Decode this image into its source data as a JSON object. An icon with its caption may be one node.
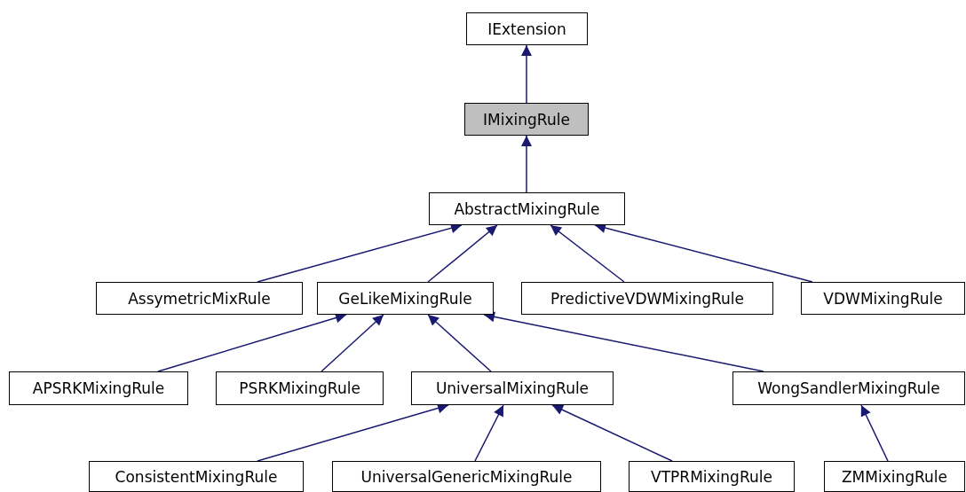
{
  "diagram": {
    "nodes": [
      {
        "text": [
          "IExtension"
        ]
      },
      {
        "text": [
          "IMixingRule"
        ]
      },
      {
        "text": [
          "AbstractMixingRule"
        ]
      },
      {
        "text": [
          "AssymetricMixRule"
        ]
      },
      {
        "text": [
          "GeLikeMixingRule"
        ]
      },
      {
        "text": [
          "PredictiveVDWMixingRule"
        ]
      },
      {
        "text": [
          "VDWMixingRule"
        ]
      },
      {
        "text": [
          "APSRKMixingRule"
        ]
      },
      {
        "text": [
          "PSRKMixingRule"
        ]
      },
      {
        "text": [
          "UniversalMixingRule"
        ]
      },
      {
        "text": [
          "WongSandlerMixingRule"
        ]
      },
      {
        "text": [
          "ConsistentMixingRule"
        ]
      },
      {
        "text": [
          "UniversalGenericMixingRule"
        ]
      },
      {
        "text": [
          "VTPRMixingRule"
        ]
      },
      {
        "text": [
          "ZMMixingRule"
        ]
      }
    ],
    "edges": [
      {
        "from": 1,
        "to": 0,
        "arrow": "to"
      },
      {
        "from": 2,
        "to": 1,
        "arrow": "to"
      },
      {
        "from": 3,
        "to": 2,
        "arrow": "to"
      },
      {
        "from": 4,
        "to": 2,
        "arrow": "to"
      },
      {
        "from": 5,
        "to": 2,
        "arrow": "to"
      },
      {
        "from": 6,
        "to": 2,
        "arrow": "to"
      },
      {
        "from": 7,
        "to": 4,
        "arrow": "to"
      },
      {
        "from": 8,
        "to": 4,
        "arrow": "to"
      },
      {
        "from": 9,
        "to": 4,
        "arrow": "to"
      },
      {
        "from": 10,
        "to": 4,
        "arrow": "to"
      },
      {
        "from": 11,
        "to": 9,
        "arrow": "to"
      },
      {
        "from": 12,
        "to": 9,
        "arrow": "to"
      },
      {
        "from": 13,
        "to": 9,
        "arrow": "to"
      },
      {
        "from": 14,
        "to": 10,
        "arrow": "to"
      }
    ]
  }
}
